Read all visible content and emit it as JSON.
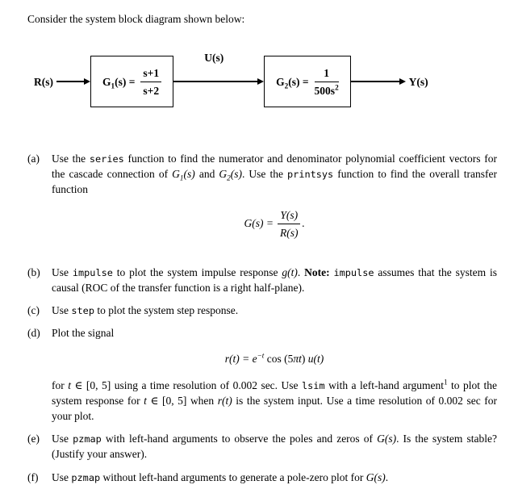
{
  "page": {
    "intro": "Consider the system block diagram shown below:"
  },
  "diagram": {
    "input_label": "R(s)",
    "mid_label": "U(s)",
    "output_label": "Y(s)",
    "block1": {
      "g": "G",
      "g_sub": "1",
      "eq": "(s) = ",
      "num": "s+1",
      "den": "s+2"
    },
    "block2": {
      "g": "G",
      "g_sub": "2",
      "eq": "(s) = ",
      "num": "1",
      "den": "500s",
      "den_sup": "2"
    }
  },
  "items": [
    {
      "label": "(a)",
      "body": [
        {
          "s": "t",
          "v": "Use the "
        },
        {
          "s": "c",
          "v": "series"
        },
        {
          "s": "t",
          "v": " function to find the numerator and denominator polynomial coefficient vectors for the cascade connection of "
        },
        {
          "s": "m",
          "v": "G",
          "sub": "1"
        },
        {
          "s": "m",
          "v": "(s)"
        },
        {
          "s": "t",
          "v": " and "
        },
        {
          "s": "m",
          "v": "G",
          "sub": "2"
        },
        {
          "s": "m",
          "v": "(s)"
        },
        {
          "s": "t",
          "v": ". Use the "
        },
        {
          "s": "c",
          "v": "printsys"
        },
        {
          "s": "t",
          "v": " function to find the overall transfer function"
        }
      ],
      "display": {
        "kind": "frac",
        "lhs": "G(s) = ",
        "num": "Y(s)",
        "den": "R(s)",
        "trail": "."
      }
    },
    {
      "label": "(b)",
      "body": [
        {
          "s": "t",
          "v": "Use "
        },
        {
          "s": "c",
          "v": "impulse"
        },
        {
          "s": "t",
          "v": " to plot the system impulse response "
        },
        {
          "s": "m",
          "v": "g(t)"
        },
        {
          "s": "t",
          "v": ". "
        },
        {
          "s": "b",
          "v": "Note: "
        },
        {
          "s": "c",
          "v": "impulse"
        },
        {
          "s": "t",
          "v": " assumes that the system is causal (ROC of the transfer function is a right half-plane)."
        }
      ]
    },
    {
      "label": "(c)",
      "body": [
        {
          "s": "t",
          "v": "Use "
        },
        {
          "s": "c",
          "v": "step"
        },
        {
          "s": "t",
          "v": " to plot the system step response."
        }
      ]
    },
    {
      "label": "(d)",
      "body": [
        {
          "s": "t",
          "v": "Plot the signal"
        }
      ],
      "display": {
        "kind": "formula",
        "segments": [
          {
            "s": "m",
            "v": "r(t) = e",
            "sup": "−t"
          },
          {
            "s": "t",
            "v": " cos (5"
          },
          {
            "s": "m",
            "v": "πt"
          },
          {
            "s": "t",
            "v": ") "
          },
          {
            "s": "m",
            "v": "u(t)"
          }
        ]
      },
      "after": [
        {
          "s": "t",
          "v": "for "
        },
        {
          "s": "m",
          "v": "t"
        },
        {
          "s": "t",
          "v": " ∈ [0, 5] using a time resolution of 0.002 sec. Use "
        },
        {
          "s": "c",
          "v": "lsim"
        },
        {
          "s": "t",
          "v": " with a left-hand argument",
          "sup": "1"
        },
        {
          "s": "t",
          "v": " to plot the system response for "
        },
        {
          "s": "m",
          "v": "t"
        },
        {
          "s": "t",
          "v": " ∈ [0, 5] when "
        },
        {
          "s": "m",
          "v": "r(t)"
        },
        {
          "s": "t",
          "v": " is the system input. Use a time resolution of 0.002 sec for your plot."
        }
      ]
    },
    {
      "label": "(e)",
      "body": [
        {
          "s": "t",
          "v": "Use "
        },
        {
          "s": "c",
          "v": "pzmap"
        },
        {
          "s": "t",
          "v": " with left-hand arguments to observe the poles and zeros of "
        },
        {
          "s": "m",
          "v": "G(s)"
        },
        {
          "s": "t",
          "v": ". Is the system stable? (Justify your answer)."
        }
      ]
    },
    {
      "label": "(f)",
      "body": [
        {
          "s": "t",
          "v": "Use "
        },
        {
          "s": "c",
          "v": "pzmap"
        },
        {
          "s": "t",
          "v": " without left-hand arguments to generate a pole-zero plot for "
        },
        {
          "s": "m",
          "v": "G(s)"
        },
        {
          "s": "t",
          "v": "."
        }
      ]
    }
  ]
}
